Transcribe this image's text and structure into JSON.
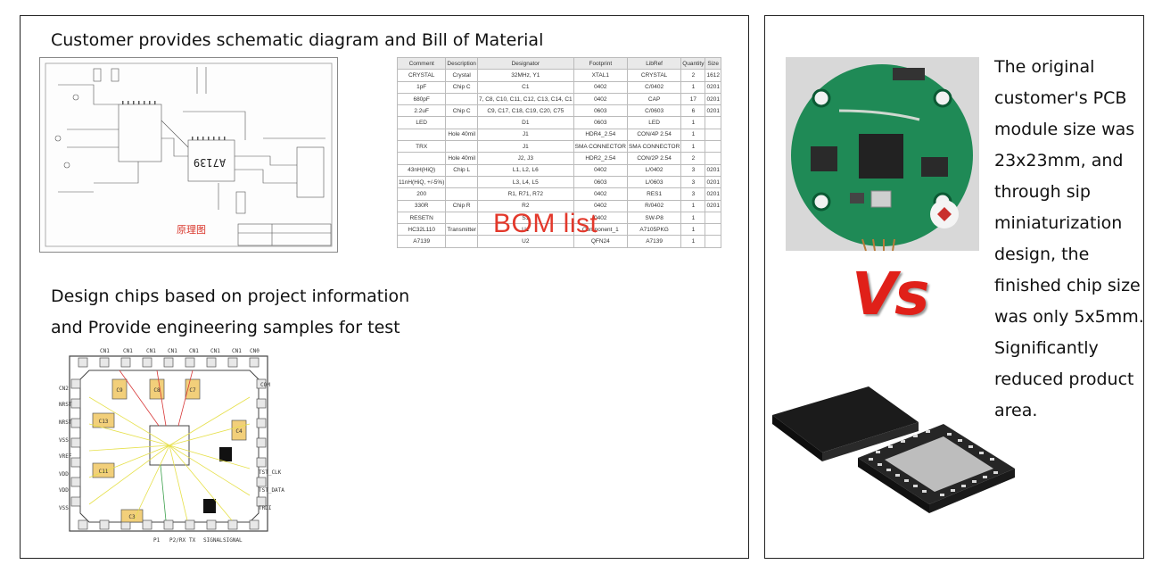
{
  "left": {
    "heading1": "Customer provides schematic diagram and Bill of Material",
    "schematic_label": "原理图",
    "schematic_chip": "A7139",
    "bom": {
      "headers": [
        "Comment",
        "Description",
        "Designator",
        "Footprint",
        "LibRef",
        "Quantity",
        "Size"
      ],
      "rows": [
        [
          "CRYSTAL",
          "Crystal",
          "32MHz, Y1",
          "XTAL1",
          "CRYSTAL",
          "2",
          "1612"
        ],
        [
          "1pF",
          "Chip C",
          "C1",
          "0402",
          "C/0402",
          "1",
          "0201"
        ],
        [
          "680pF",
          "",
          "7, C8, C10, C11, C12, C13, C14, C1",
          "0402",
          "CAP",
          "17",
          "0201"
        ],
        [
          "2.2uF",
          "Chip C",
          "C9, C17, C18, C19, C20, C75",
          "0603",
          "C/0603",
          "6",
          "0201"
        ],
        [
          "LED",
          "",
          "D1",
          "0603",
          "LED",
          "1",
          ""
        ],
        [
          "",
          "Hole 40mil",
          "J1",
          "HDR4_2.54",
          "CON/4P 2.54",
          "1",
          ""
        ],
        [
          "TRX",
          "",
          "J1",
          "SMA CONNECTOR",
          "SMA CONNECTOR",
          "1",
          ""
        ],
        [
          "",
          "Hole 40mil",
          "J2, J3",
          "HDR2_2.54",
          "CON/2P 2.54",
          "2",
          ""
        ],
        [
          "43nH(HiQ)",
          "Chip L",
          "L1, L2, L6",
          "0402",
          "L/0402",
          "3",
          "0201"
        ],
        [
          "11nH(HiQ, +/-5%)",
          "",
          "L3, L4, L5",
          "0603",
          "L/0603",
          "3",
          "0201"
        ],
        [
          "200",
          "",
          "R1, R71, R72",
          "0402",
          "RES1",
          "3",
          "0201"
        ],
        [
          "330R",
          "Chip R",
          "R2",
          "0402",
          "R/0402",
          "1",
          "0201"
        ],
        [
          "RESETN",
          "",
          "S1",
          "0402",
          "SW-P8",
          "1",
          ""
        ],
        [
          "HC32L110",
          "Transmitter",
          "U1",
          "Component_1",
          "A7105PKG",
          "1",
          ""
        ],
        [
          "A7139",
          "",
          "U2",
          "QFN24",
          "A7139",
          "1",
          ""
        ]
      ],
      "overlay": "BOM list"
    },
    "heading2_line1": "Design chips based on project information",
    "heading2_line2": "and Provide engineering samples for test",
    "chip_diagram": {
      "top_labels": [
        "CN1",
        "CN1",
        "CN1",
        "CN1",
        "CN1",
        "CN1",
        "CN1",
        "CN0"
      ],
      "caps": [
        "C9",
        "C8",
        "C7",
        "C13",
        "C4",
        "C11",
        "C3"
      ],
      "left_labels": [
        "CN2",
        "NRST",
        "NRST",
        "VSS",
        "VREF",
        "VDD",
        "VDD",
        "VSS"
      ],
      "right_labels": [
        "COM",
        "TST_CLK",
        "TST_DATA",
        "TRDI"
      ],
      "bottom_labels": [
        "P1",
        "P2/RX",
        "TX",
        "SIGNAL",
        "SIGNAL"
      ]
    }
  },
  "right": {
    "vs": "Vs",
    "description": [
      "The original",
      "customer's PCB",
      "module size was",
      "23x23mm, and",
      "through sip",
      "miniaturization",
      "design, the",
      "finished chip size",
      "was only 5x5mm.",
      "Significantly",
      "reduced product",
      "area."
    ]
  },
  "colors": {
    "vs_red": "#e02019",
    "bom_red": "#e3382b",
    "pcb_green": "#1f8a56"
  }
}
